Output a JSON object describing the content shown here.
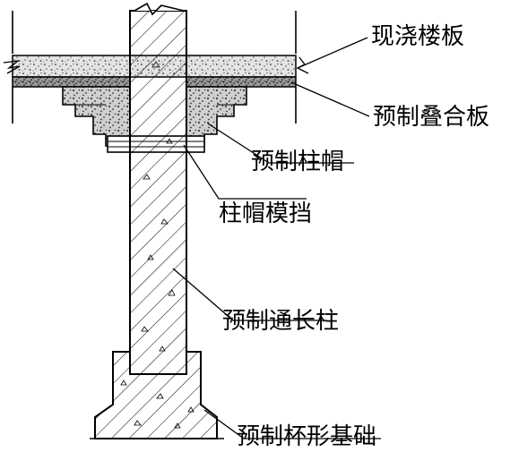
{
  "labels": {
    "cast_in_place_slab": "现浇楼板",
    "precast_composite_slab": "预制叠合板",
    "precast_column_cap": "预制柱帽",
    "column_cap_formwork": "柱帽模挡",
    "precast_full_length_column": "预制通长柱",
    "precast_cup_foundation": "预制杯形基础"
  },
  "colors": {
    "ink": "#000000",
    "paper": "#ffffff",
    "concrete_fill": "#d9d9d9"
  }
}
